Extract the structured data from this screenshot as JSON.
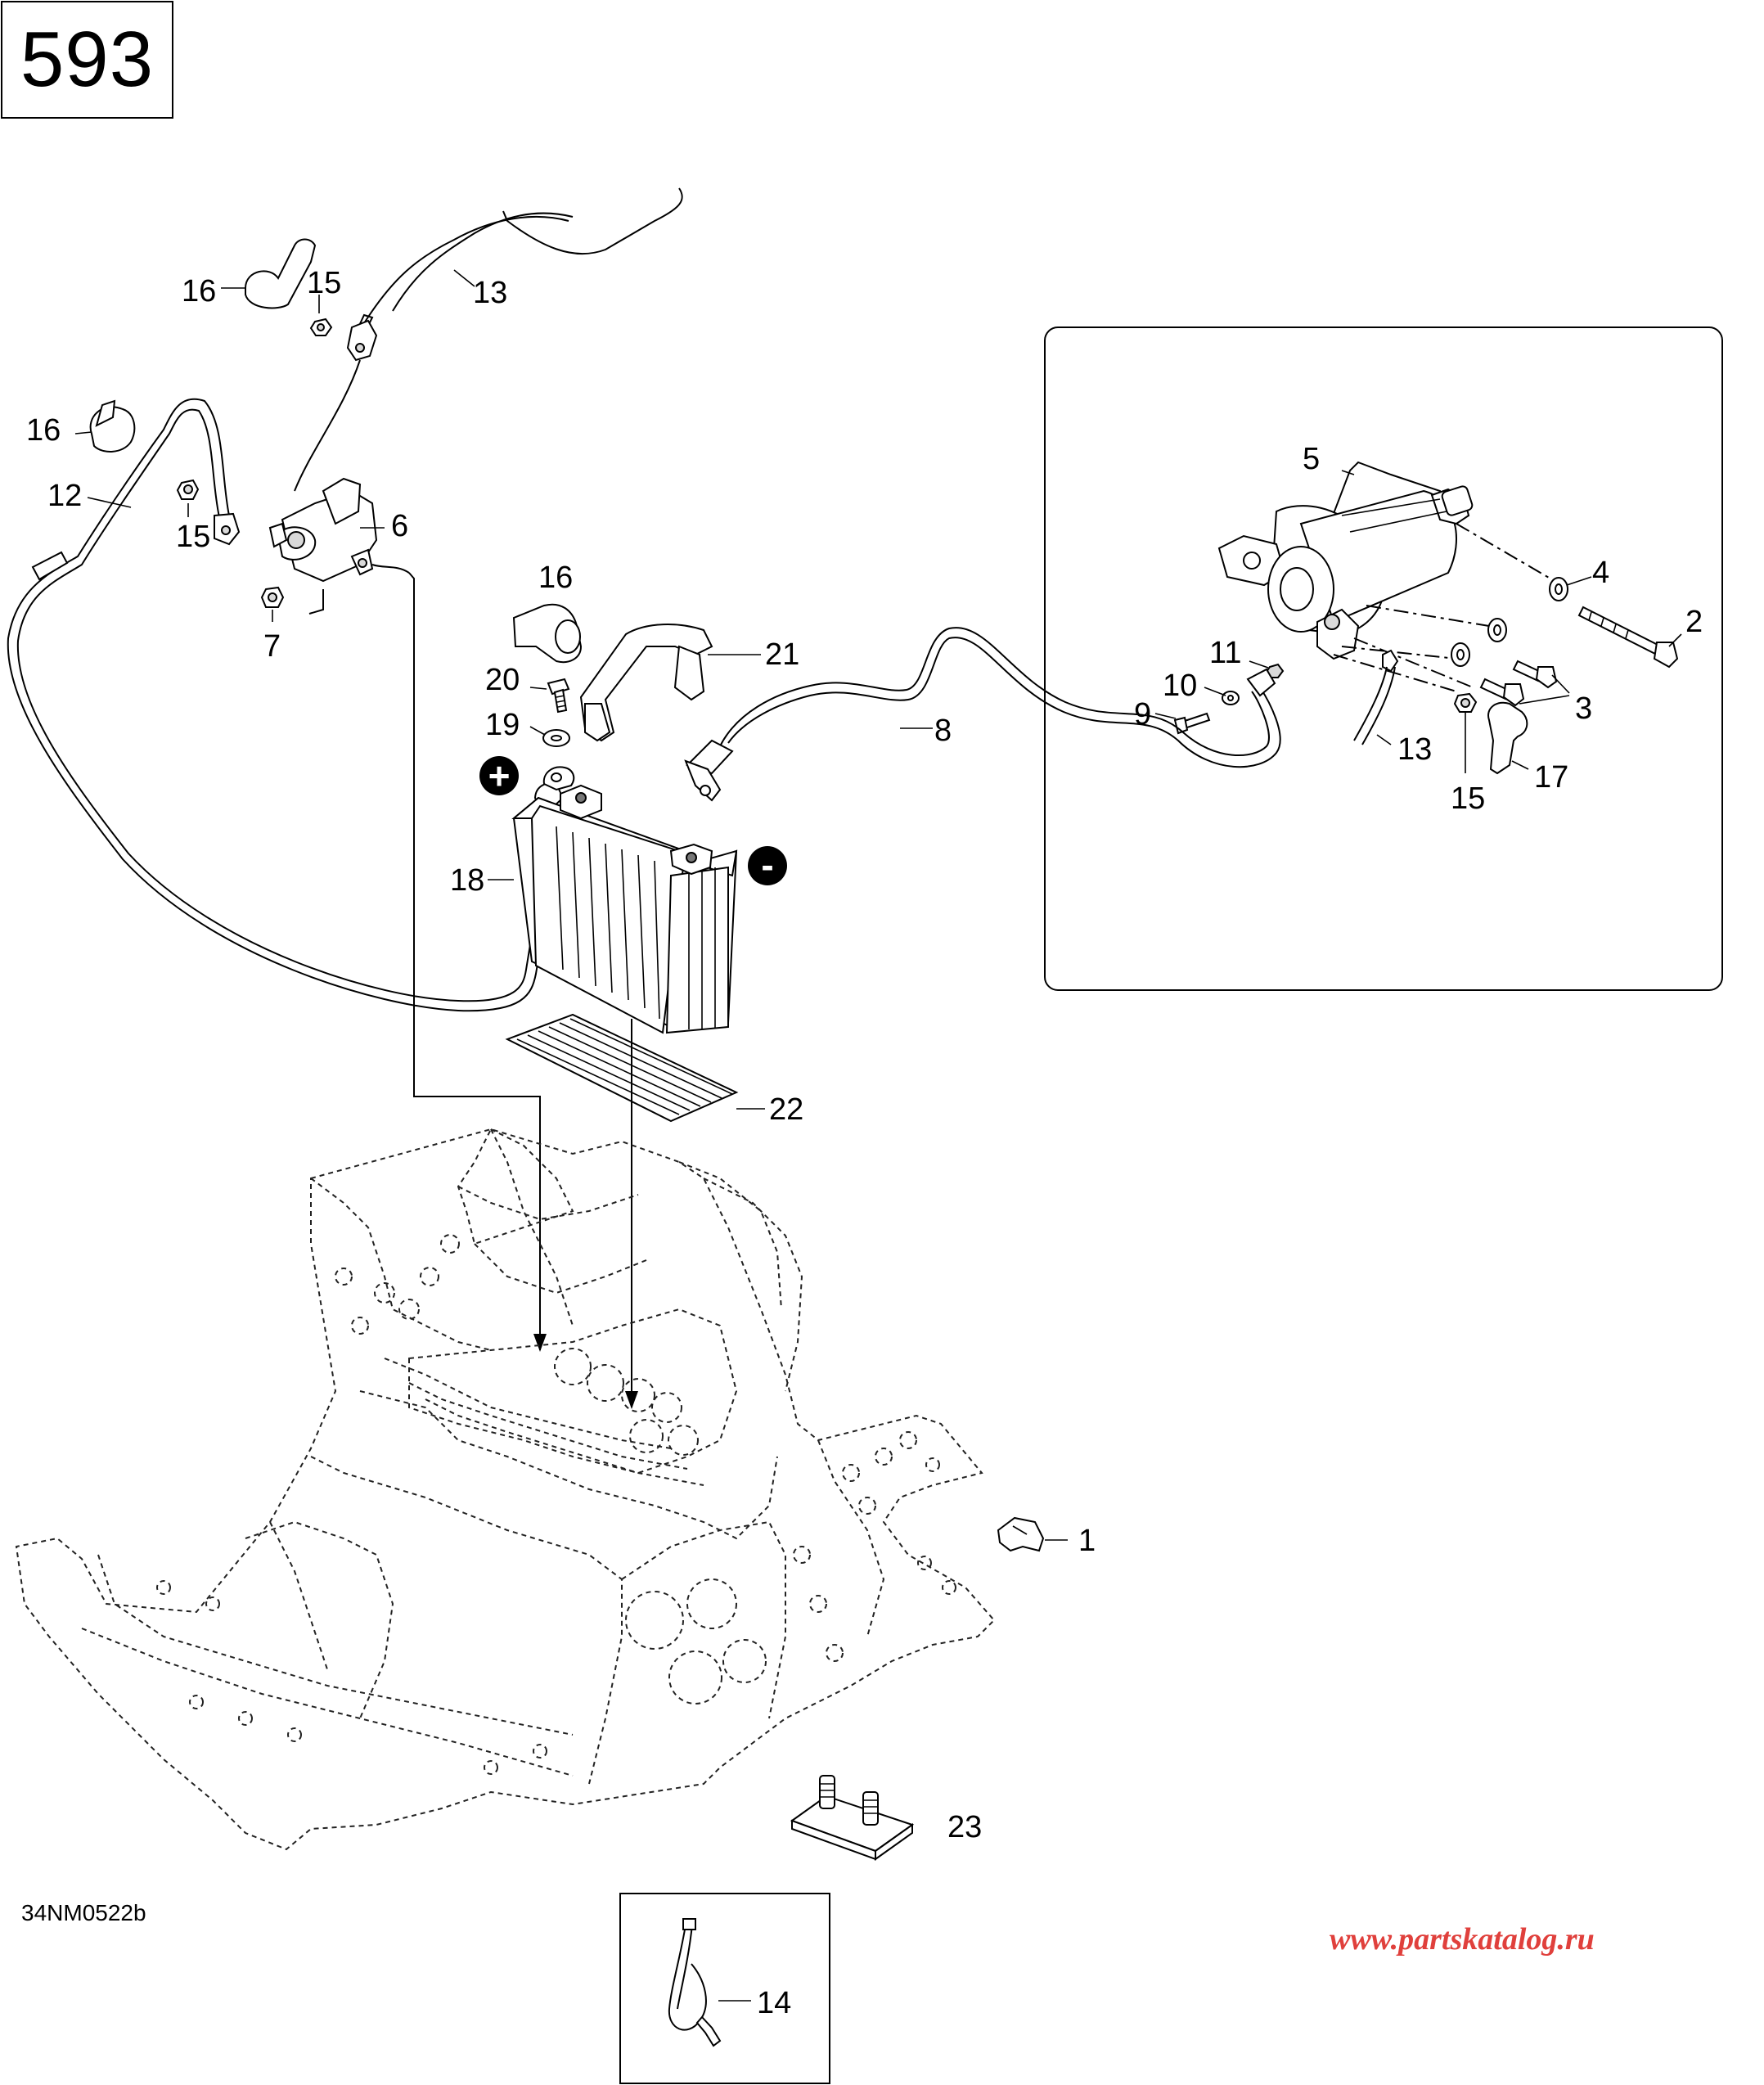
{
  "page_number": "593",
  "figure_code": "34NM0522b",
  "watermark": "www.partskatalog.ru",
  "callouts": {
    "c1": "1",
    "c2": "2",
    "c3": "3",
    "c4": "4",
    "c5": "5",
    "c6": "6",
    "c7": "7",
    "c8": "8",
    "c9": "9",
    "c10": "10",
    "c11": "11",
    "c12": "12",
    "c13_top": "13",
    "c13_starter": "13",
    "c14": "14",
    "c15_top": "15",
    "c15_left": "15",
    "c15_starter": "15",
    "c16_top": "16",
    "c16_left": "16",
    "c16_battery": "16",
    "c17": "17",
    "c18": "18",
    "c19": "19",
    "c20": "20",
    "c21": "21",
    "c22": "22",
    "c23": "23"
  },
  "terminal_symbols": {
    "positive": "+",
    "negative": "-"
  }
}
